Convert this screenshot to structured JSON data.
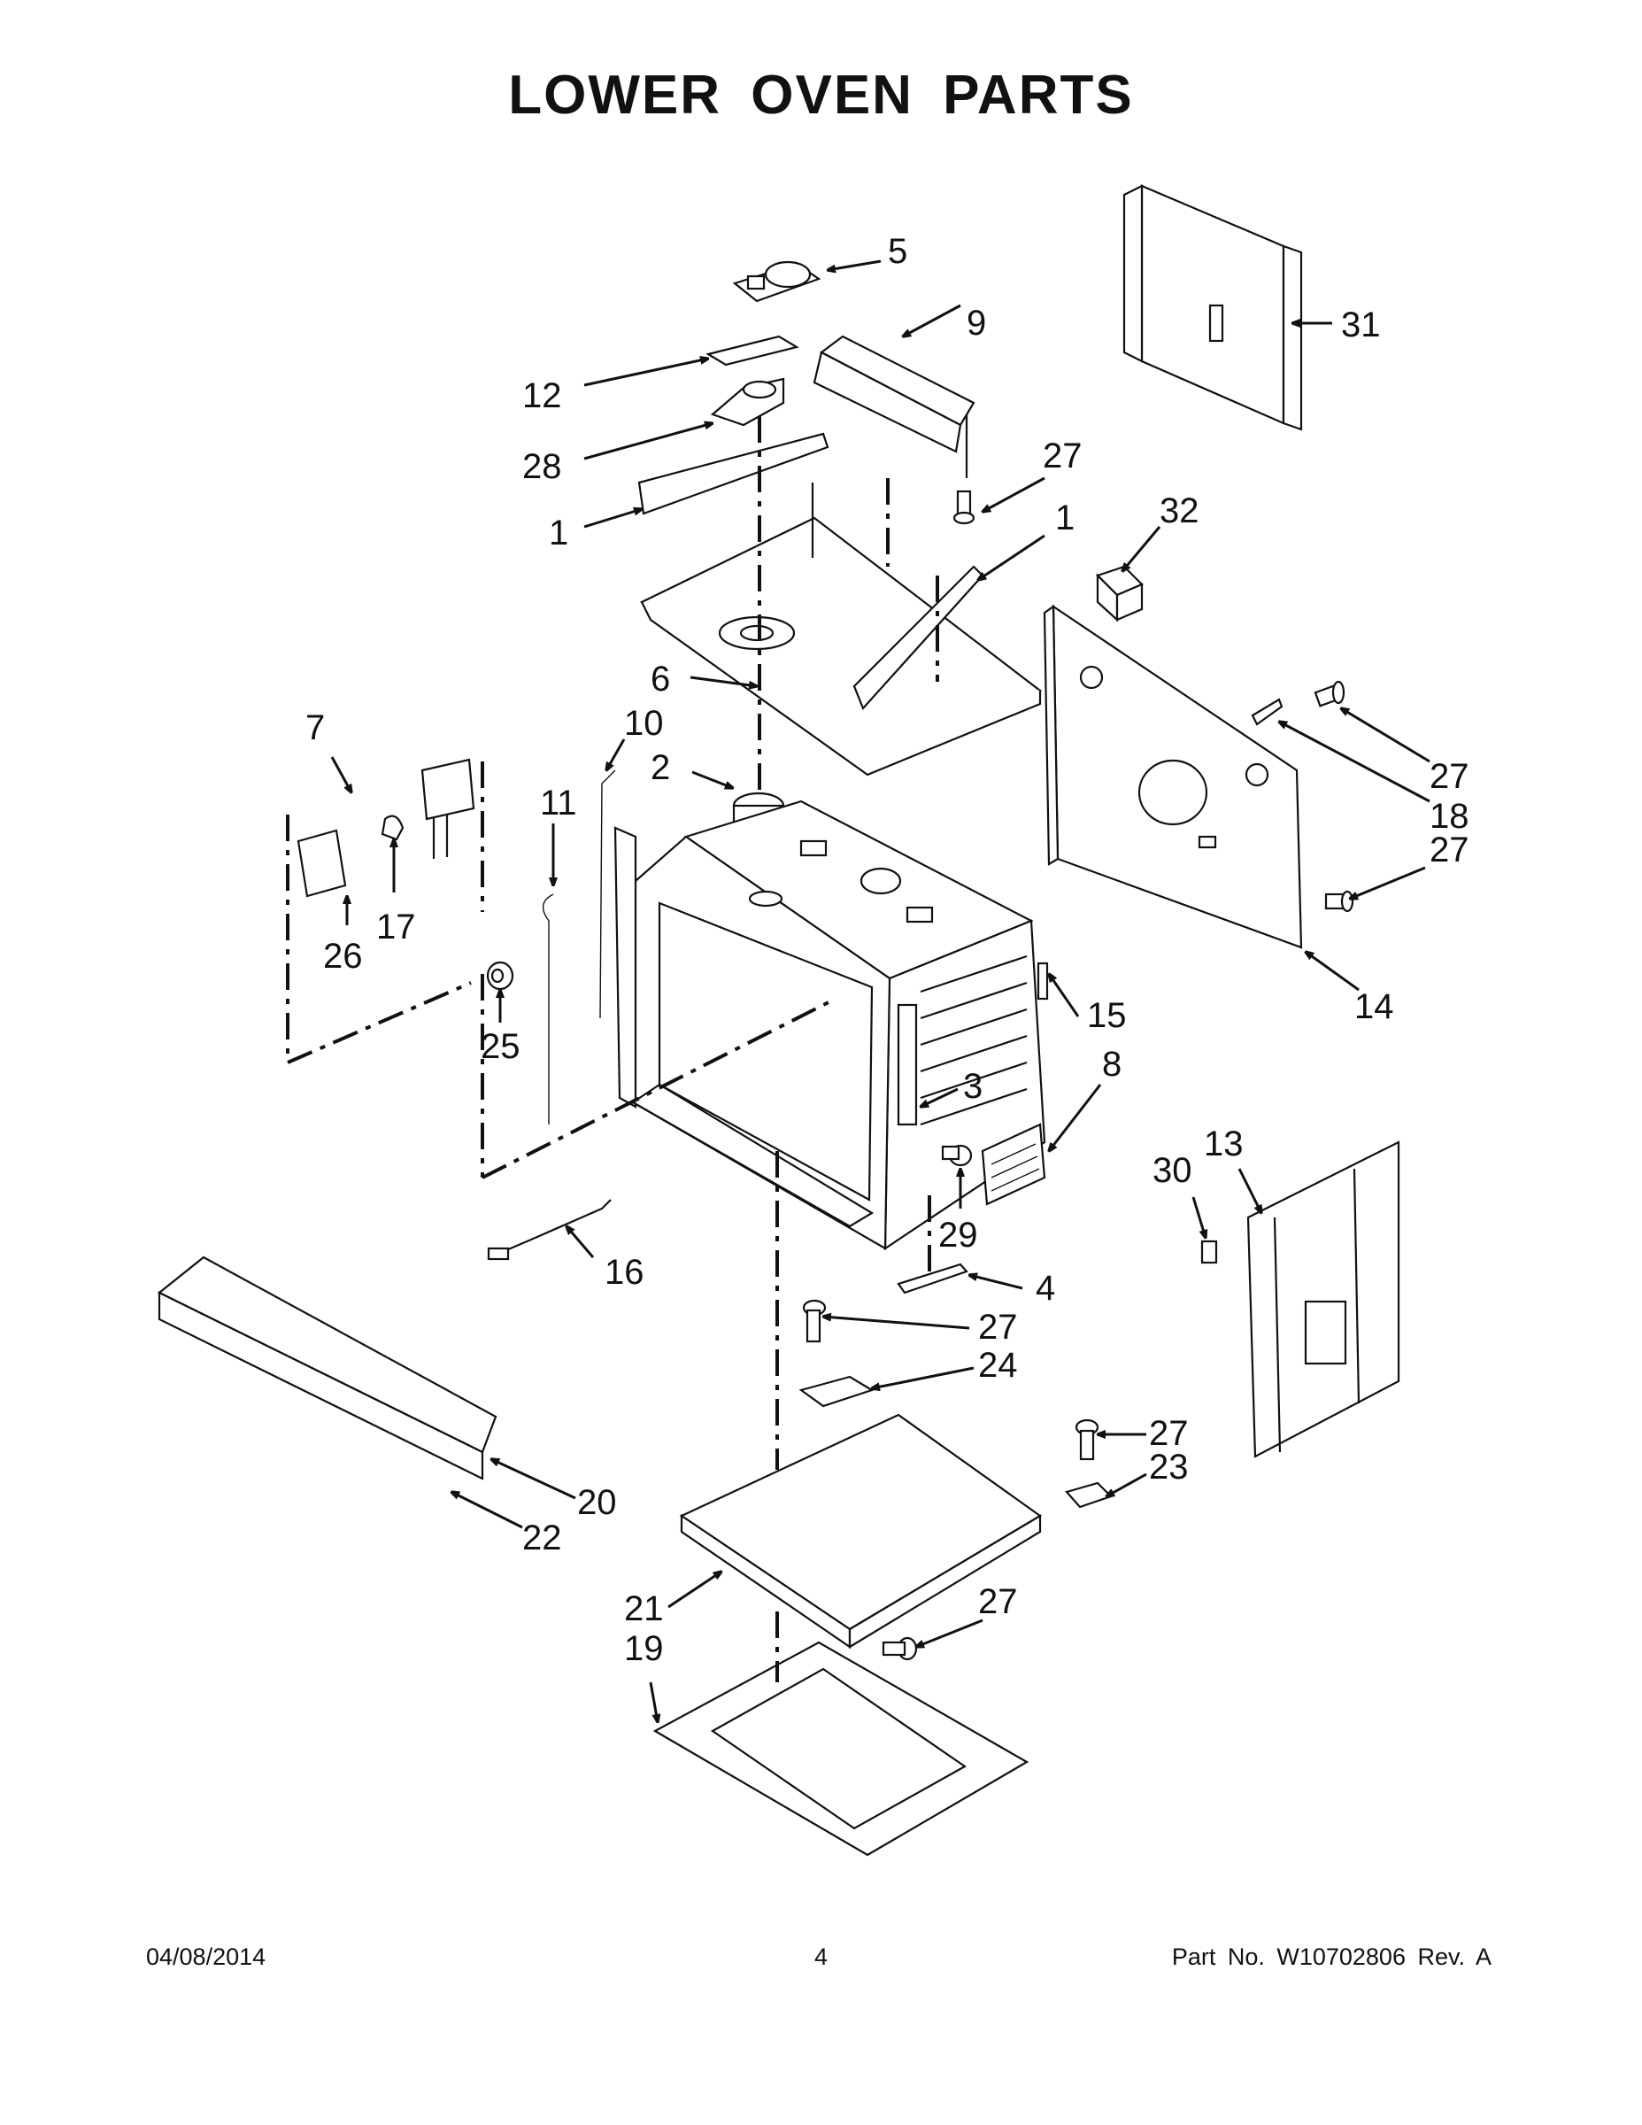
{
  "page": {
    "title": "LOWER OVEN PARTS",
    "date": "04/08/2014",
    "page_number": "4",
    "part_label": "Part No.  W10702806  Rev.  A"
  },
  "callouts": {
    "c1a": "1",
    "c1b": "1",
    "c2": "2",
    "c3": "3",
    "c4": "4",
    "c5": "5",
    "c6": "6",
    "c7": "7",
    "c8": "8",
    "c9": "9",
    "c10": "10",
    "c11": "11",
    "c12": "12",
    "c13": "13",
    "c14": "14",
    "c15": "15",
    "c16": "16",
    "c17": "17",
    "c18": "18",
    "c19": "19",
    "c20": "20",
    "c21": "21",
    "c22": "22",
    "c23": "23",
    "c24": "24",
    "c25": "25",
    "c26": "26",
    "c27a": "27",
    "c27b": "27",
    "c27c": "27",
    "c27d": "27",
    "c27e": "27",
    "c27f": "27",
    "c28": "28",
    "c29": "29",
    "c30": "30",
    "c31": "31",
    "c32": "32"
  }
}
